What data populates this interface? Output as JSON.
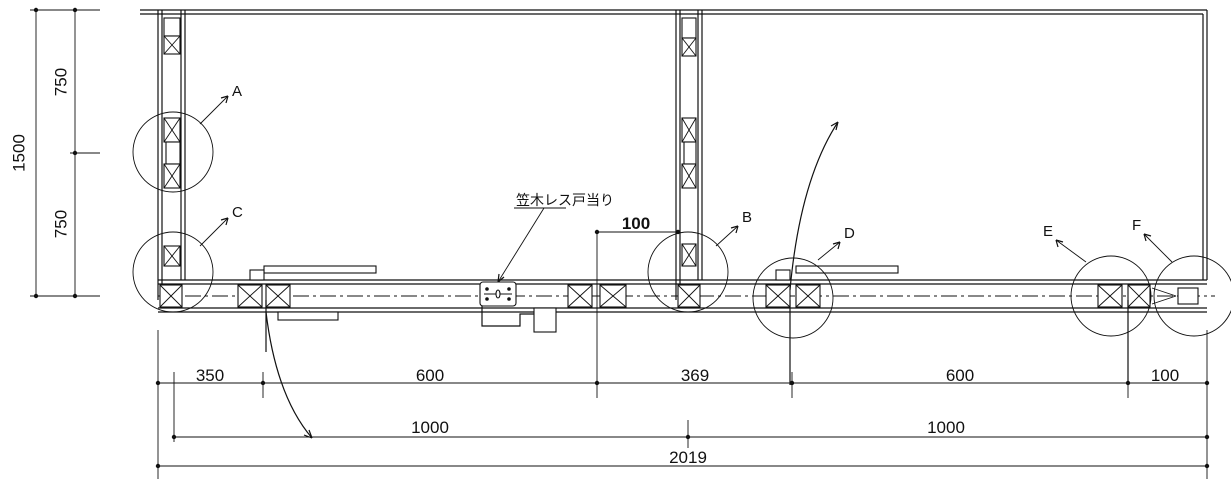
{
  "dimensions": {
    "vertical": {
      "total": "1500",
      "upper": "750",
      "lower": "750"
    },
    "horizontal_row1": [
      "350",
      "600",
      "369",
      "600",
      "100"
    ],
    "horizontal_row2": [
      "1000",
      "1000"
    ],
    "overall": "2019",
    "offset": "100"
  },
  "callouts": [
    "A",
    "B",
    "C",
    "D",
    "E",
    "F"
  ],
  "note": "笠木レス戸当り"
}
